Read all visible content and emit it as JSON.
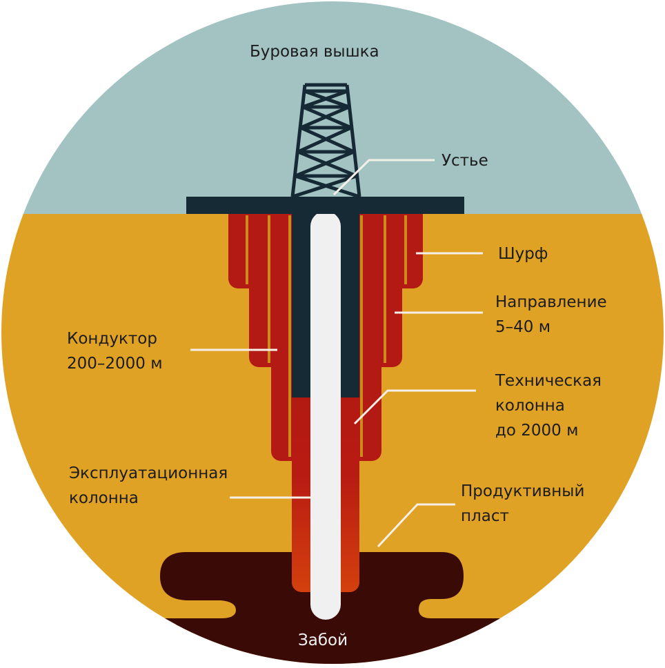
{
  "labels": {
    "rig": "Буровая вышка",
    "wellhead": "Устье",
    "pit": "Шурф",
    "direction": [
      "Направление",
      "5–40 м"
    ],
    "conductor": [
      "Кондуктор",
      "200–2000 м"
    ],
    "technical": [
      "Техническая",
      "колонна",
      "до 2000 м"
    ],
    "production": [
      "Эксплуатационная",
      "колонна"
    ],
    "reservoir": [
      "Продуктивный",
      "пласт"
    ],
    "bottom": "Забой"
  },
  "colors": {
    "sky": "#a2c3c2",
    "ground": "#e0a224",
    "casing_red": "#b41a14",
    "casing_dark": "#162a36",
    "tube_white": "#f0f0f0",
    "oil": "#3a0a06",
    "leader": "#f4f0e8",
    "text": "#1c1c1c"
  }
}
